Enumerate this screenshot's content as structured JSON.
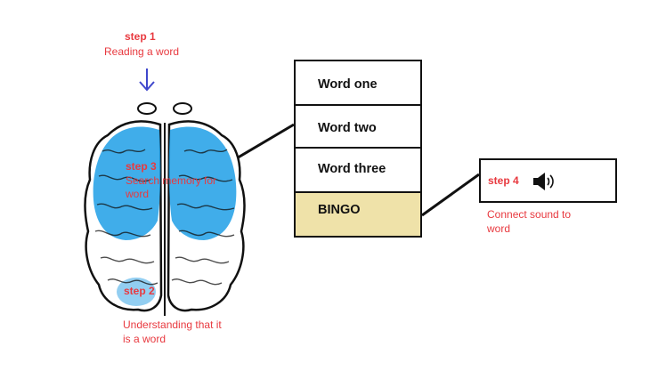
{
  "step1": {
    "label": "step 1",
    "text": "Reading a word"
  },
  "step2": {
    "label": "step 2",
    "text_line1": "Understanding that it",
    "text_line2": "is a word"
  },
  "step3": {
    "label": "step 3",
    "text_line1": "Search memory for",
    "text_line2": "word"
  },
  "step4": {
    "label": "step 4",
    "text_line1": "Connect sound to",
    "text_line2": "word"
  },
  "words": [
    "Word one",
    "Word two",
    "Word three",
    "BINGO"
  ],
  "colors": {
    "step_text": "#e8393f",
    "arrow": "#3f47cc",
    "highlight": "#1e9fe6",
    "bingo_bg": "#efe2a9"
  },
  "icons": {
    "arrow": "down-arrow-icon",
    "speaker": "speaker-icon"
  }
}
